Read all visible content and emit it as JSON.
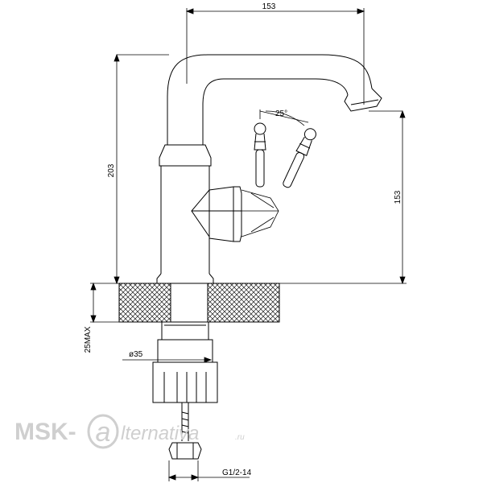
{
  "dimensions": {
    "top_width": "153",
    "spout_angle": "25°",
    "total_height": "203",
    "spout_height": "153",
    "max_deck": "25MAX",
    "shank_diameter": "ø35",
    "thread": "G1/2-14"
  },
  "watermark": {
    "brand": "MSK-",
    "logo_letter": "a",
    "rest": "lternativa",
    "domain": ".ru"
  },
  "colors": {
    "line": "#000000",
    "hatch": "#1a1a1a",
    "watermark": "#cfcfcf"
  }
}
